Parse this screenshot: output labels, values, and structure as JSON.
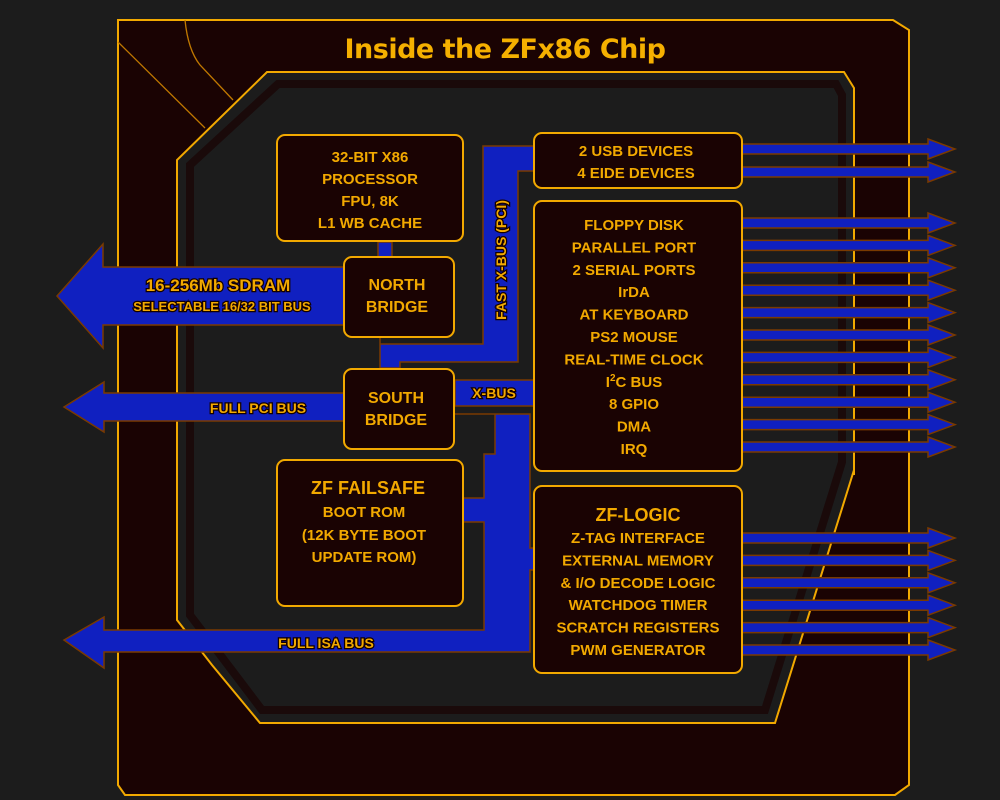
{
  "title": "Inside the ZFx86 Chip",
  "colors": {
    "background": "#1c1c1c",
    "chip_body": "#1a0303",
    "outline": "#f2a900",
    "bus_fill": "#1020c0",
    "bus_edge": "#7a3a00",
    "text": "#f2a900"
  },
  "blocks": {
    "processor": {
      "lines": [
        "32-BIT X86",
        "PROCESSOR",
        "FPU, 8K",
        "L1 WB CACHE"
      ]
    },
    "north_bridge": {
      "lines": [
        "NORTH",
        "BRIDGE"
      ]
    },
    "south_bridge": {
      "lines": [
        "SOUTH",
        "BRIDGE"
      ]
    },
    "failsafe": {
      "heading": "ZF FAILSAFE",
      "lines": [
        "BOOT ROM",
        "(12K BYTE BOOT",
        "UPDATE ROM)"
      ]
    },
    "usb_eide": {
      "lines": [
        "2 USB DEVICES",
        "4 EIDE DEVICES"
      ]
    },
    "peripherals": {
      "lines": [
        "FLOPPY DISK",
        "PARALLEL PORT",
        "2 SERIAL PORTS",
        "IrDA",
        "AT KEYBOARD",
        "PS2 MOUSE",
        "REAL-TIME CLOCK",
        "I2C BUS",
        "8 GPIO",
        "DMA",
        "IRQ"
      ],
      "i2c": {
        "base1": "I",
        "sup": "2",
        "base2": "C BUS"
      }
    },
    "zf_logic": {
      "heading": "ZF-LOGIC",
      "lines": [
        "Z-TAG INTERFACE",
        "EXTERNAL MEMORY",
        "& I/O DECODE LOGIC",
        "WATCHDOG TIMER",
        "SCRATCH REGISTERS",
        "PWM GENERATOR"
      ]
    }
  },
  "buses": {
    "sdram": {
      "line1": "16-256Mb SDRAM",
      "line2": "SELECTABLE 16/32 BIT BUS"
    },
    "pci": {
      "label": "FULL PCI BUS"
    },
    "isa": {
      "label": "FULL ISA BUS"
    },
    "fast_xbus": {
      "label": "FAST X-BUS (PCI)"
    },
    "xbus": {
      "label": "X-BUS"
    }
  },
  "output_arrows": {
    "usb_eide": 2,
    "peripherals": 11,
    "zf_logic": 6
  }
}
